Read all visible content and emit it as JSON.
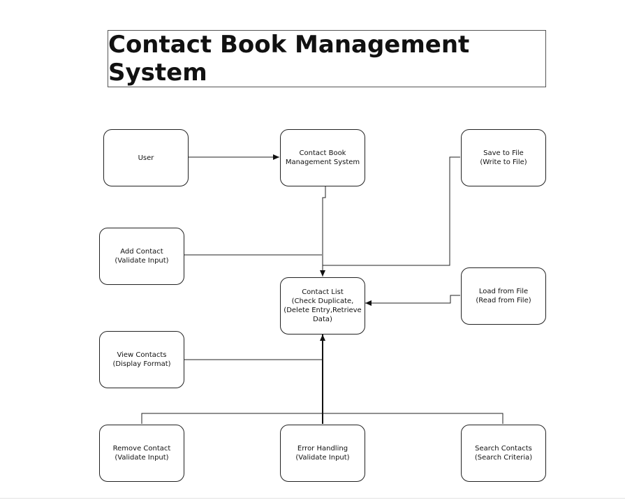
{
  "title": "Contact Book Management System",
  "nodes": {
    "user": {
      "line1": "User"
    },
    "system": {
      "line1": "Contact Book",
      "line2": "Management System"
    },
    "save": {
      "line1": "Save to File",
      "line2": "(Write to File)"
    },
    "add": {
      "line1": "Add Contact",
      "line2": "(Validate Input)"
    },
    "list": {
      "line1": "Contact List",
      "line2": "(Check Duplicate,",
      "line3": "(Delete Entry,Retrieve",
      "line4": "Data)"
    },
    "load": {
      "line1": "Load from File",
      "line2": "(Read from File)"
    },
    "view": {
      "line1": "View Contacts",
      "line2": "(Display Format)"
    },
    "remove": {
      "line1": "Remove Contact",
      "line2": "(Validate Input)"
    },
    "error": {
      "line1": "Error Handling",
      "line2": "(Validate Input)"
    },
    "search": {
      "line1": "Search Contacts",
      "line2": "(Search Criteria)"
    }
  }
}
